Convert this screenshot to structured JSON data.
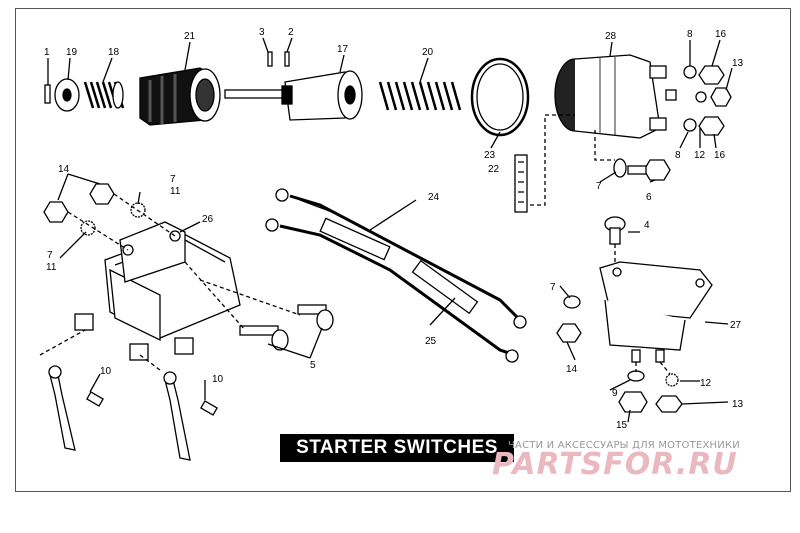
{
  "title": "STARTER SWITCHES",
  "watermark": {
    "subtitle": "ЧАСТИ И АКСЕССУАРЫ ДЛЯ МОТОТЕХНИКИ",
    "logo": "PARTSFOR.RU"
  },
  "callouts": [
    "1",
    "19",
    "18",
    "21",
    "3",
    "2",
    "17",
    "20",
    "28",
    "8",
    "16",
    "13",
    "23",
    "22",
    "7",
    "6",
    "12",
    "8",
    "16",
    "14",
    "7",
    "11",
    "26",
    "7",
    "11",
    "24",
    "4",
    "5",
    "25",
    "7",
    "27",
    "14",
    "9",
    "12",
    "15",
    "13",
    "10",
    "10"
  ]
}
